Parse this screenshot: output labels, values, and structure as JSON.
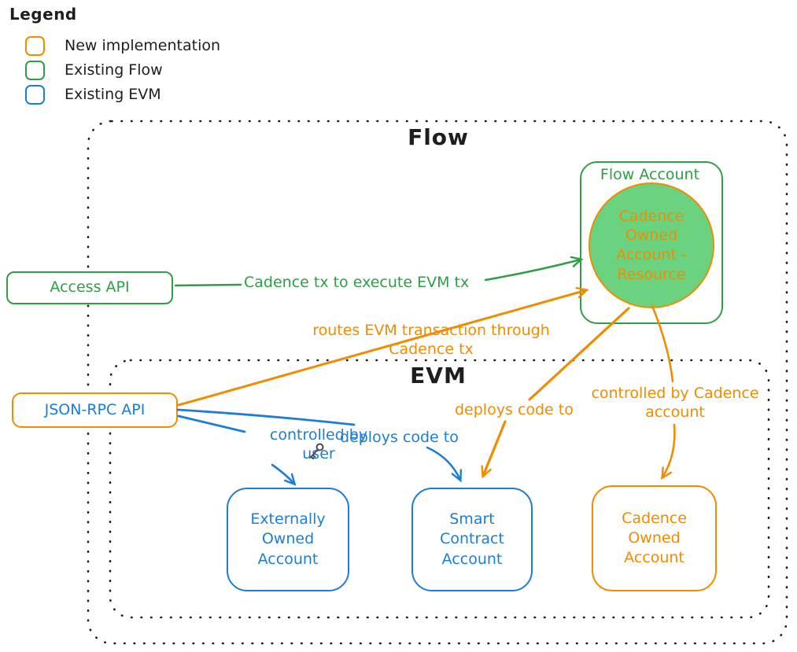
{
  "legend": {
    "title": "Legend",
    "items": [
      {
        "label": "New implementation",
        "color": "#f08c00"
      },
      {
        "label": "Existing Flow",
        "color": "#2f9e44"
      },
      {
        "label": "Existing EVM",
        "color": "#1c7ed6"
      }
    ]
  },
  "containers": {
    "flow_title": "Flow",
    "evm_title": "EVM"
  },
  "nodes": {
    "access_api": "Access API",
    "json_rpc_api": "JSON-RPC API",
    "flow_account": "Flow Account",
    "cadence_owned_account_resource": "Cadence Owned Account - Resource",
    "externally_owned_account": "Externally Owned Account",
    "smart_contract_account": "Smart Contract Account",
    "cadence_owned_account": "Cadence Owned Account"
  },
  "edges": {
    "cadence_tx": "Cadence tx to execute EVM tx",
    "routes_evm": "routes EVM transaction through Cadence tx",
    "controlled_by_user": "controlled by user",
    "deploys_code_blue": "deploys code to",
    "deploys_code_orange": "deploys code to",
    "controlled_by_cadence": "controlled by Cadence account"
  },
  "colors": {
    "new_implementation_orange": "#f08c00",
    "existing_flow_green": "#2f9e44",
    "existing_evm_blue": "#1c7ed6",
    "ink": "#1e1e1e",
    "circle_fill": "#6bd37f"
  },
  "icons": {
    "key": "old-style key"
  }
}
